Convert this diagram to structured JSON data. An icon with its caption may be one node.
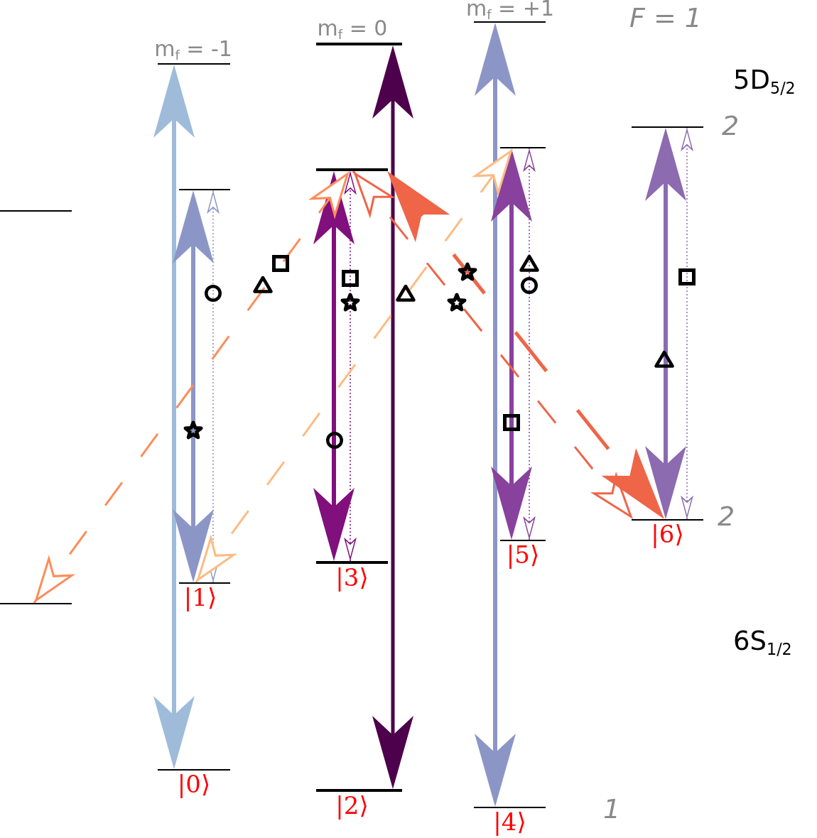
{
  "diagram": {
    "nodes": [
      {
        "text": [],
        "shape": "bar"
      },
      {
        "text": [],
        "shape": "bar"
      },
      {
        "text": [],
        "shape": "bar"
      },
      {
        "text": [],
        "shape": "bar"
      },
      {
        "text": [],
        "shape": "bar"
      },
      {
        "text": [],
        "shape": "bar"
      },
      {
        "text": [],
        "shape": "bar"
      },
      {
        "text": [],
        "shape": "bar"
      },
      {
        "text": [],
        "shape": "bar"
      },
      {
        "text": [
          "|1⟩"
        ]
      },
      {
        "text": [
          "|3⟩"
        ]
      },
      {
        "text": [
          "|5⟩"
        ]
      },
      {
        "text": [
          "|6⟩"
        ]
      },
      {
        "text": [
          "|0⟩"
        ]
      },
      {
        "text": [
          "|2⟩"
        ]
      },
      {
        "text": [
          "|4⟩"
        ]
      }
    ],
    "edges": [
      {
        "from": 13,
        "to": 0,
        "arrow": "both",
        "color": "#9ebcda"
      },
      {
        "from": 9,
        "to": 4,
        "arrow": "both",
        "color": "#8c96c6"
      },
      {
        "from": 9,
        "to": 4,
        "arrow": "both",
        "style": "dashed",
        "color": "#8c96c6"
      },
      {
        "from": 14,
        "to": 1,
        "arrow": "both",
        "color": "#4d004b"
      },
      {
        "from": 10,
        "to": 5,
        "arrow": "both",
        "color": "#810f7c"
      },
      {
        "from": 10,
        "to": 5,
        "arrow": "both",
        "style": "dashed",
        "color": "#810f7c"
      },
      {
        "from": 15,
        "to": 2,
        "arrow": "both",
        "color": "#8c96c6"
      },
      {
        "from": 11,
        "to": 6,
        "arrow": "both",
        "color": "#88419d"
      },
      {
        "from": 11,
        "to": 6,
        "arrow": "both",
        "style": "dashed",
        "color": "#88419d"
      },
      {
        "from": 12,
        "to": 7,
        "arrow": "both",
        "color": "#8c6bb1"
      },
      {
        "from": 12,
        "to": 7,
        "arrow": "both",
        "style": "dashed",
        "color": "#8c6bb1"
      },
      {
        "from": 8,
        "to": 5,
        "arrow": "both",
        "style": "dashed",
        "color": "#fc8d59"
      },
      {
        "from": 9,
        "to": 6,
        "arrow": "both",
        "style": "dashed",
        "color": "#fdbb84"
      },
      {
        "from": 5,
        "to": 12,
        "arrow": "both",
        "style": "dashed",
        "color": "#ef6548"
      },
      {
        "from": 5,
        "to": 12,
        "arrow": "both",
        "style": "dashed",
        "color": "#ef6548"
      }
    ],
    "labels": [
      "m$_{f}$ = +1",
      "F = 1",
      "m$_{f}$ = 0",
      "m$_{f}$ = -1",
      "5D$_{5/2}$",
      "2",
      "2",
      "6S$_{1/2}$",
      "1"
    ]
  }
}
